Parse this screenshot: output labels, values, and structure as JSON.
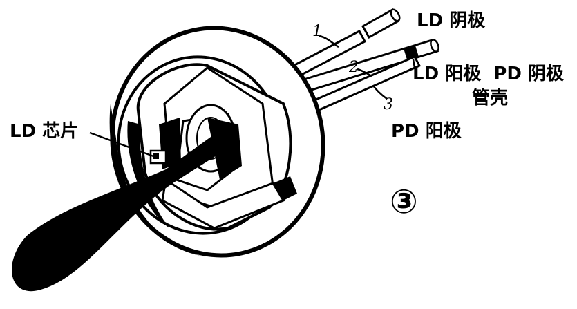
{
  "labels": {
    "ld_cathode": "LD 阴极",
    "ld_anode_pd_cathode": "LD 阳极  PD 阴极",
    "housing": "管壳",
    "pd_anode": "PD 阳极",
    "ld_chip": "LD 芯片"
  },
  "pin_numbers": {
    "pin1": "1",
    "pin2": "2",
    "pin3": "3"
  },
  "figure_mark": "③"
}
